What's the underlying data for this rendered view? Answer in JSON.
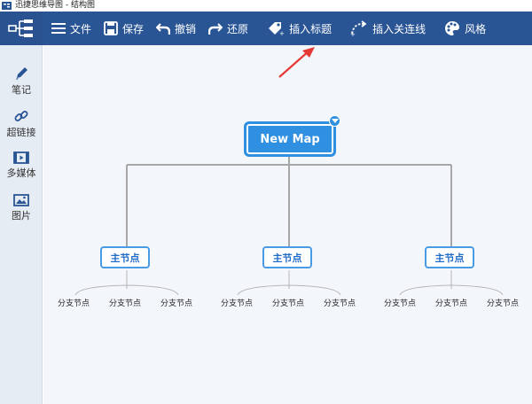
{
  "window": {
    "title": "迅捷思维导图 - 结构图"
  },
  "toolbar": {
    "file": "文件",
    "save": "保存",
    "undo": "撤销",
    "redo": "还原",
    "insert_topic": "插入标题",
    "insert_relation": "插入关连线",
    "style": "风格"
  },
  "sidebar": {
    "note": "笔记",
    "hyperlink": "超链接",
    "multimedia": "多媒体",
    "image": "图片"
  },
  "mindmap": {
    "root": "New Map",
    "branches": [
      {
        "label": "主节点",
        "children": [
          "分支节点",
          "分支节点",
          "分支节点"
        ]
      },
      {
        "label": "主节点",
        "children": [
          "分支节点",
          "分支节点",
          "分支节点"
        ]
      },
      {
        "label": "主节点",
        "children": [
          "分支节点",
          "分支节点",
          "分支节点"
        ]
      }
    ]
  },
  "colors": {
    "toolbar": "#2a5595",
    "sidebar": "#e6ecf4",
    "canvas": "#f3f7fc",
    "accent": "#2f8fe0",
    "annotation_arrow": "#e53935"
  },
  "icons": [
    "app-icon",
    "mindmap-logo-icon",
    "menu-icon",
    "save-icon",
    "undo-icon",
    "redo-icon",
    "tag-icon",
    "relation-icon",
    "palette-icon",
    "pencil-icon",
    "link-icon",
    "film-icon",
    "image-icon",
    "chevron-down-icon"
  ]
}
